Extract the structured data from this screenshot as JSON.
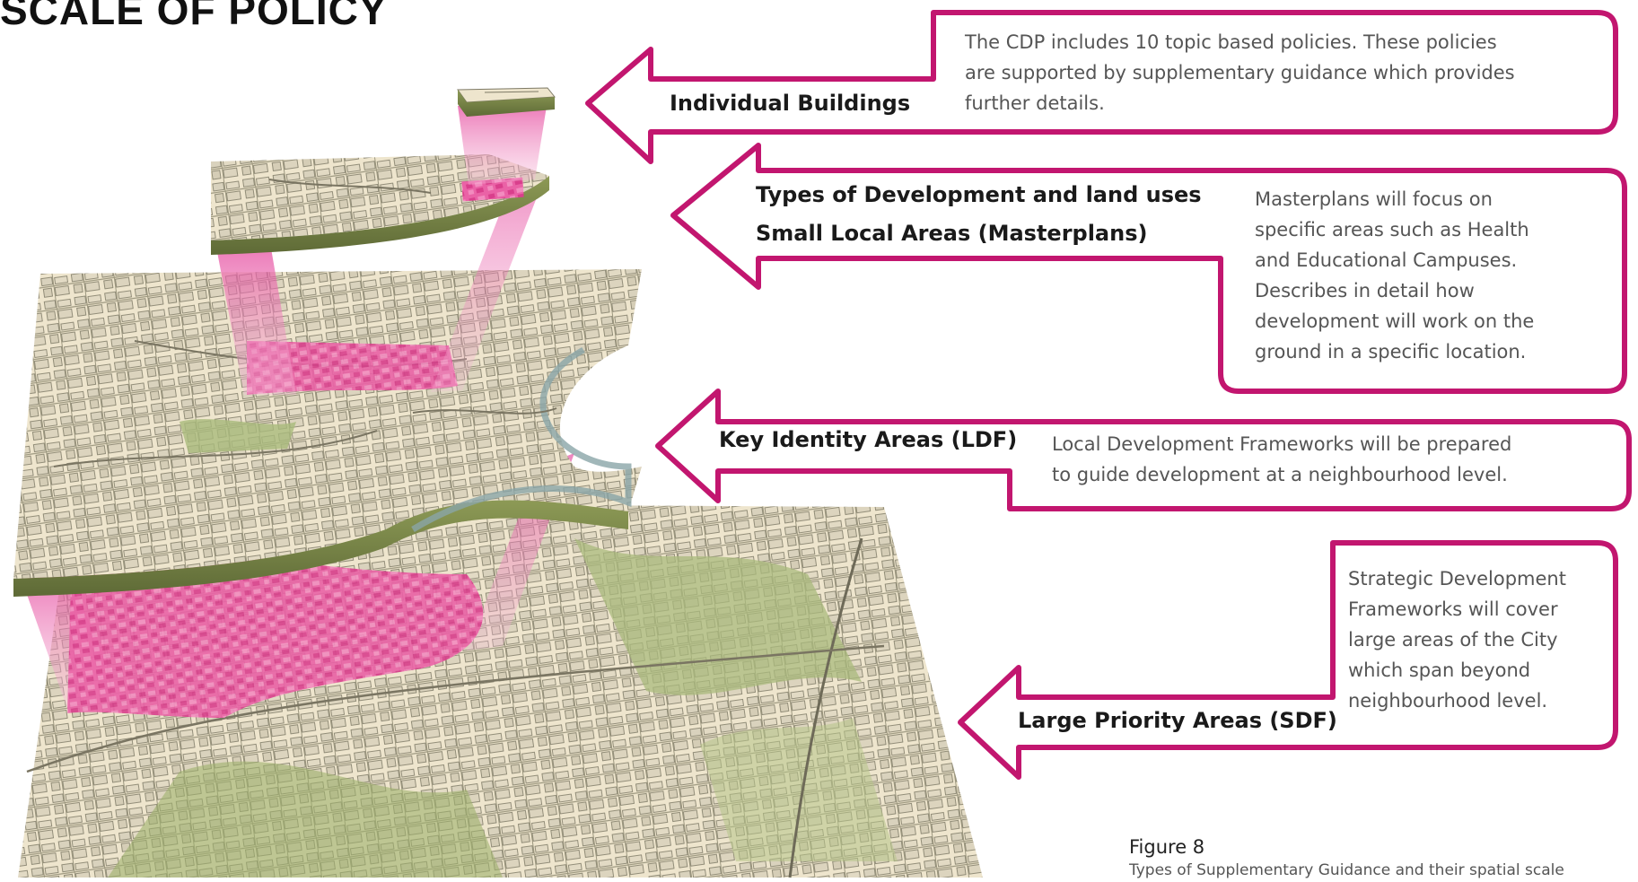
{
  "page": {
    "heading": "SCALE OF POLICY"
  },
  "levels": [
    {
      "label": "Individual Buildings",
      "description": [
        "The CDP includes 10 topic based policies. These policies",
        "are supported by supplementary guidance which provides",
        "further details."
      ]
    },
    {
      "label_line1": "Types of Development and land uses",
      "label_line2": "Small Local Areas (Masterplans)",
      "description": [
        "Masterplans will focus on",
        "specific areas such as Health",
        "and Educational Campuses.",
        "Describes in detail how",
        "development will work on the",
        "ground in a specific location."
      ]
    },
    {
      "label": "Key Identity Areas (LDF)",
      "description": [
        "Local Development Frameworks will be prepared",
        "to guide development at a neighbourhood level."
      ]
    },
    {
      "label": "Large Priority Areas (SDF)",
      "description": [
        "Strategic Development",
        "Frameworks will cover",
        "large areas of the City",
        "which span beyond",
        "neighbourhood level."
      ]
    }
  ],
  "figure": {
    "label": "Figure 8",
    "caption": "Types of Supplementary Guidance and their spatial scale"
  },
  "colors": {
    "accent": "#c2166f",
    "highlight": "#e9559e",
    "map_base": "#efe6cf",
    "map_green": "#a9ba7c",
    "road": "#8a8670"
  }
}
